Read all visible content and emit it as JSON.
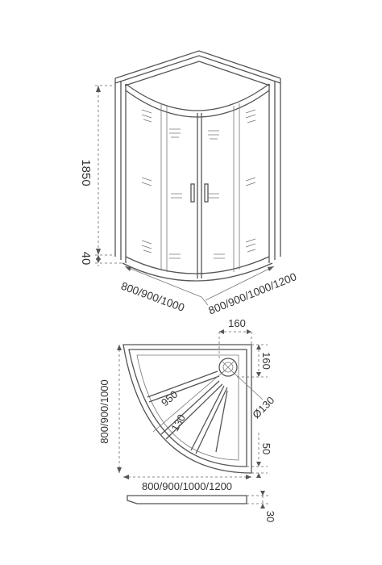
{
  "elevation": {
    "dims": {
      "cabin_height": "1850",
      "tray_height": "40",
      "left_width": "800/900/1000",
      "right_width": "800/900/1000/1200"
    }
  },
  "plan": {
    "dims": {
      "drain_offset_x": "160",
      "drain_offset_y": "160",
      "drain_diameter": "Ø130",
      "radius": "950",
      "inner_radius": "130",
      "edge_offset": "50",
      "depth": "800/900/1000",
      "width": "800/900/1000/1200"
    }
  },
  "profile": {
    "dims": {
      "tray_thickness": "30"
    }
  }
}
